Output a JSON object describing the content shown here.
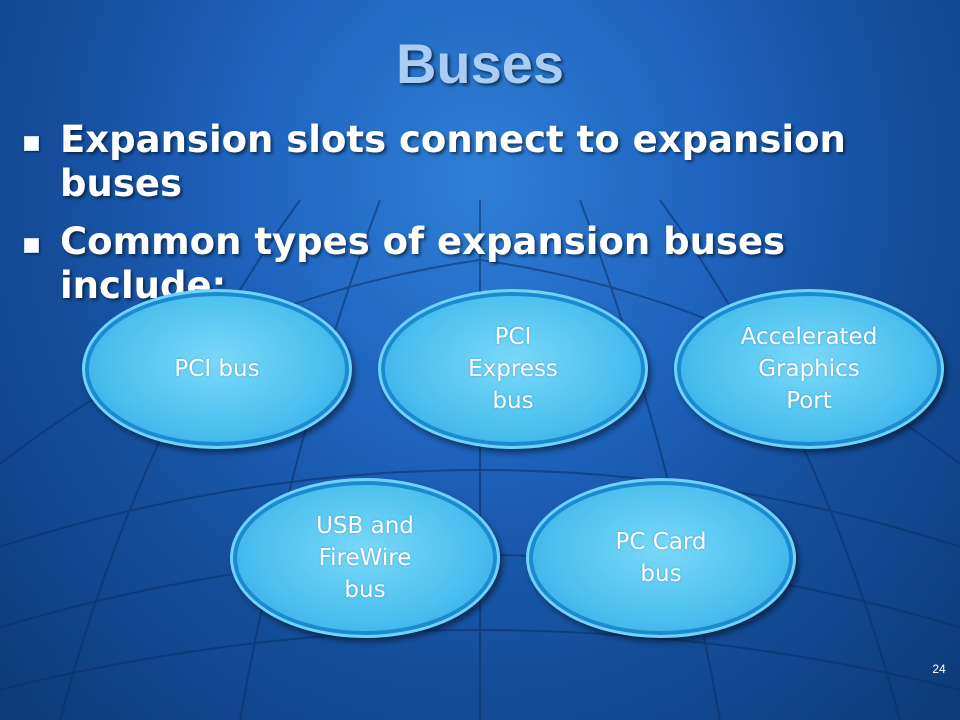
{
  "slide": {
    "title": "Buses",
    "bullets": [
      "Expansion slots connect to expansion buses",
      "Common types of expansion buses include:"
    ],
    "diagram_items": [
      "PCI bus",
      "PCI\nExpress\nbus",
      "Accelerated\nGraphics\nPort",
      "USB and\nFireWire\nbus",
      "PC Card\nbus"
    ],
    "slide_number": "24"
  }
}
